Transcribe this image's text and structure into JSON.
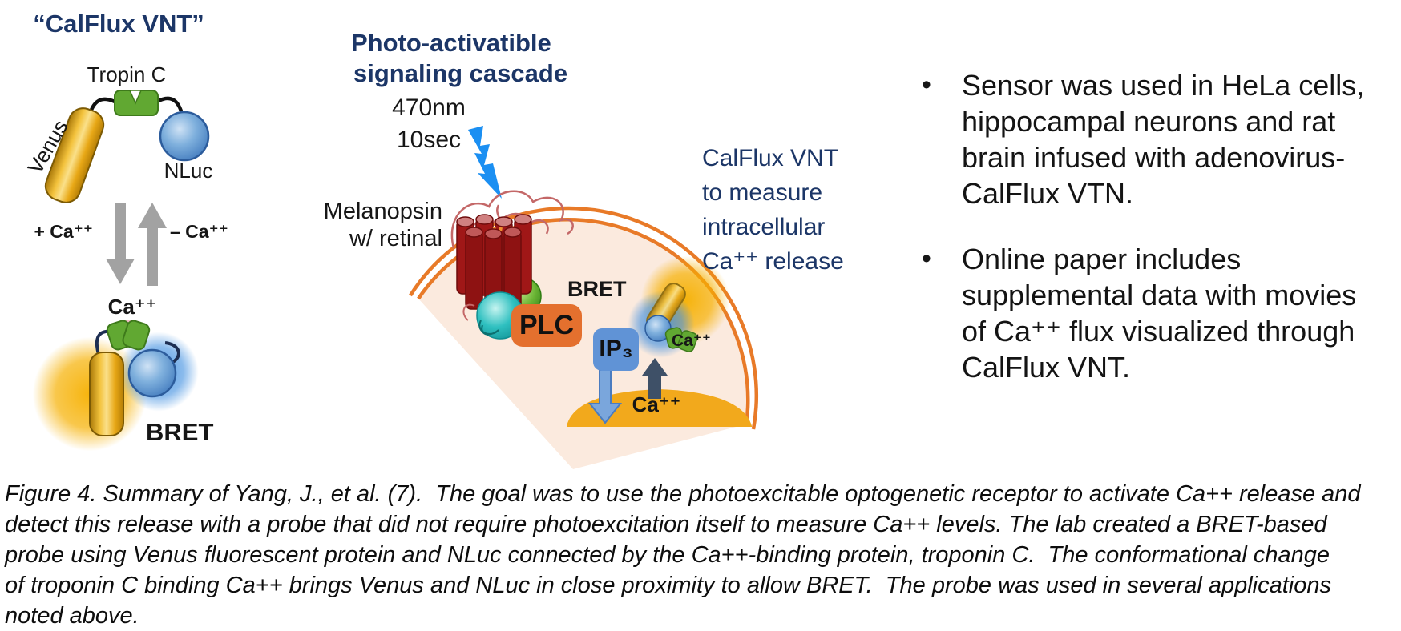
{
  "left_panel": {
    "title": "“CalFlux VNT”",
    "tropin_label": "Tropin C",
    "venus_label": "Venus",
    "nluc_label": "NLuc",
    "plus_ca": "+ Ca⁺⁺",
    "minus_ca": "– Ca⁺⁺",
    "ca_label": "Ca⁺⁺",
    "bret_label": "BRET"
  },
  "middle_panel": {
    "cascade_title_line1": "Photo-activatible",
    "cascade_title_line2": "signaling cascade",
    "stimulus_wavelength": "470nm",
    "stimulus_duration": "10sec",
    "melanopsin_line1": "Melanopsin",
    "melanopsin_line2": "w/ retinal",
    "plc_label": "PLC",
    "ip3_label": "IP₃",
    "bret_label": "BRET",
    "store_ca_label": "Ca⁺⁺",
    "sensor_ca_label": "Ca⁺⁺",
    "note_line1": "CalFlux VNT",
    "note_line2": "to measure",
    "note_line3": "intracellular",
    "note_line4": "Ca⁺⁺ release"
  },
  "right_panel": {
    "bullet_glyph": "•",
    "bullet1_lines": [
      "Sensor was used in HeLa cells,",
      "hippocampal neurons and rat",
      "brain infused with adenovirus-",
      "CalFlux VTN."
    ],
    "bullet2_lines": [
      "Online paper includes",
      "supplemental data with movies",
      "of Ca⁺⁺ flux visualized through",
      "CalFlux VNT."
    ]
  },
  "caption": {
    "lines": [
      "Figure 4. Summary of Yang, J., et al. (7).  The goal was to use the photoexcitable optogenetic receptor to activate Ca++ release and",
      "detect this release with a probe that did not require photoexcitation itself to measure Ca++ levels. The lab created a BRET-based",
      "probe using Venus fluorescent protein and NLuc connected by the Ca++-binding protein, troponin C.  The conformational change",
      "of troponin C binding Ca++ brings Venus and NLuc in close proximity to allow BRET.  The probe was used in several applications",
      "noted above."
    ]
  },
  "colors": {
    "heading_navy": "#1c3667",
    "venus_gold": "#edb02a",
    "troponin_green": "#61a832",
    "nluc_blue": "#4f87c7",
    "membrane_orange": "#e87a28",
    "cell_interior_peach": "#fbeade",
    "plc_orange": "#e4702e",
    "ip3_blue": "#6093d6",
    "er_store_amber": "#f2a91c",
    "melanopsin_red": "#a01717",
    "lightning_blue": "#1b8ff2",
    "equilibrium_gray": "#a2a2a2",
    "bret_yellow_glow": "#f6b000",
    "bret_blue_glow": "#3e8ee0"
  }
}
